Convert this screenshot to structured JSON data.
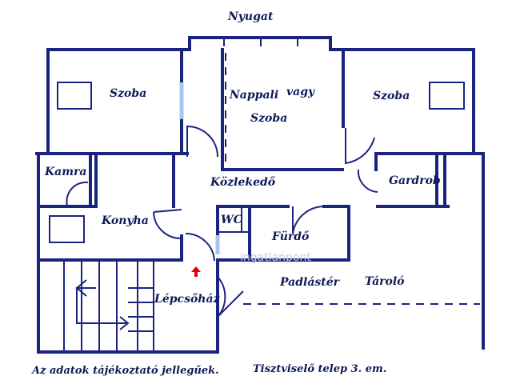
{
  "compass": {
    "north_side_label": "Nyugat"
  },
  "rooms": {
    "left_room": "Szoba",
    "living_line1": "Nappali",
    "living_or": "vagy",
    "living_line2": "Szoba",
    "right_room": "Szoba",
    "pantry": "Kamra",
    "corridor": "Közlekedő",
    "wardrobe": "Gardrob",
    "kitchen": "Konyha",
    "wc": "WC",
    "bathroom": "Fürdő",
    "attic": "Padlástér",
    "storage": "Tároló",
    "stairwell": "Lépcsőház"
  },
  "footer": {
    "disclaimer": "Az adatok tájékoztató jellegűek.",
    "location": "Tisztviselő telep 3. em."
  },
  "watermark": "ingatlanpont",
  "colors": {
    "wall": "#1a237e",
    "window": "#a9c5ee",
    "entrance_arrow": "#e00000"
  }
}
